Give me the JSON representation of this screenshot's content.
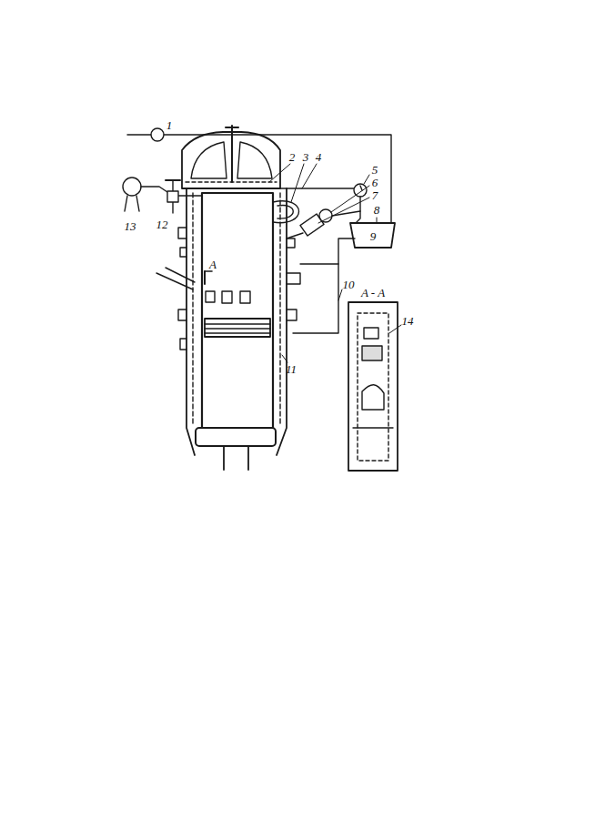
{
  "diagram": {
    "labels": [
      "1",
      "2",
      "3",
      "4",
      "5",
      "6",
      "7",
      "8",
      "9",
      "10",
      "11",
      "12",
      "13",
      "14",
      "A",
      "A - A"
    ]
  }
}
